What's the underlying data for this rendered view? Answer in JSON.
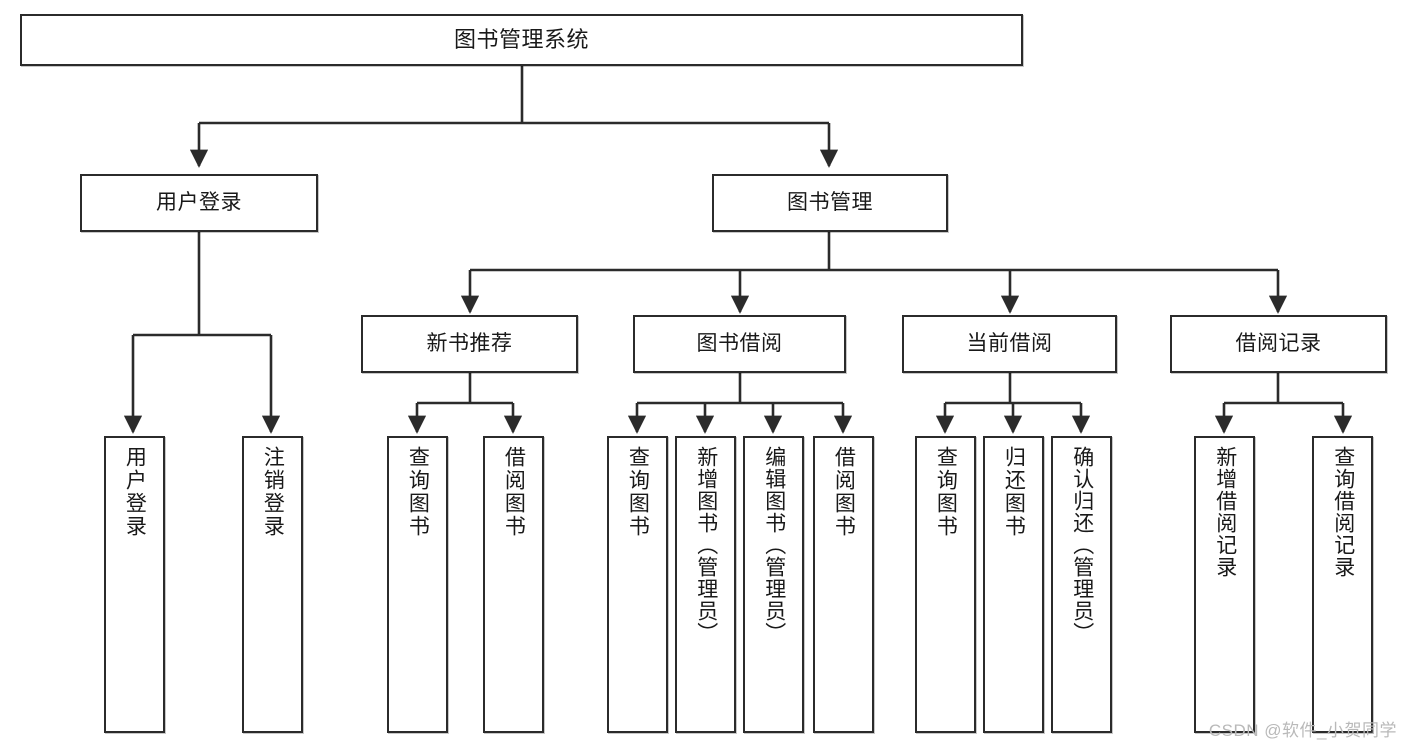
{
  "diagram": {
    "title": "图书管理系统",
    "type": "tree",
    "watermark": "CSDN @软件_小贺同学",
    "colors": {
      "border": "#2b2b2b",
      "background": "#ffffff",
      "text": "#191919",
      "connector": "#2b2b2b",
      "watermark": "#b9b9b9"
    },
    "root": {
      "label": "图书管理系统"
    },
    "level2": [
      {
        "label": "用户登录"
      },
      {
        "label": "图书管理"
      }
    ],
    "level3": [
      {
        "label": "新书推荐"
      },
      {
        "label": "图书借阅"
      },
      {
        "label": "当前借阅"
      },
      {
        "label": "借阅记录"
      }
    ],
    "leaves": {
      "user_login": [
        {
          "label": "用户登录"
        },
        {
          "label": "注销登录"
        }
      ],
      "new_book_recommend": [
        {
          "label": "查询图书"
        },
        {
          "label": "借阅图书"
        }
      ],
      "book_borrow": [
        {
          "label": "查询图书"
        },
        {
          "label": "新增图书（管理员）"
        },
        {
          "label": "编辑图书（管理员）"
        },
        {
          "label": "借阅图书"
        }
      ],
      "current_borrow": [
        {
          "label": "查询图书"
        },
        {
          "label": "归还图书"
        },
        {
          "label": "确认归还（管理员）"
        }
      ],
      "borrow_record": [
        {
          "label": "新增借阅记录"
        },
        {
          "label": "查询借阅记录"
        }
      ]
    }
  }
}
